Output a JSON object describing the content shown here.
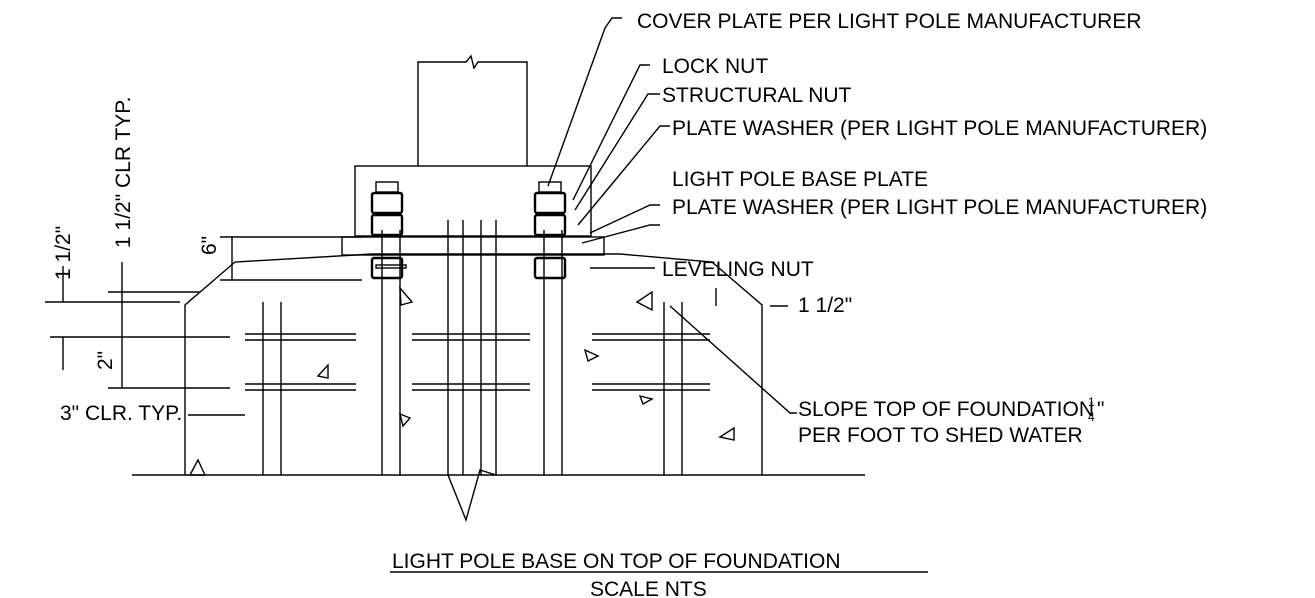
{
  "callouts": {
    "cover_plate": "COVER PLATE PER LIGHT POLE MANUFACTURER",
    "lock_nut": "LOCK NUT",
    "structural_nut": "STRUCTURAL NUT",
    "plate_washer_top": "PLATE WASHER (PER LIGHT POLE MANUFACTURER)",
    "base_plate": "LIGHT POLE BASE PLATE",
    "plate_washer_bottom": "PLATE WASHER (PER LIGHT POLE MANUFACTURER)",
    "leveling_nut": "LEVELING NUT"
  },
  "dimensions": {
    "clr_typ_vertical": "1 1/2\" CLR TYP.",
    "one_half_vertical": "1 1/2\"",
    "six_inch": "6\"",
    "two_inch": "2\"",
    "three_clr": "3\" CLR. TYP.",
    "one_half_right": "1 1/2\""
  },
  "notes": {
    "slope_line1": "SLOPE TOP OF FOUNDATION",
    "slope_fraction_num": "1",
    "slope_fraction_den": "4",
    "slope_inch": "\"",
    "slope_line2": "PER FOOT TO SHED WATER"
  },
  "title": {
    "main": "LIGHT POLE BASE ON TOP OF FOUNDATION",
    "scale": "SCALE NTS"
  }
}
